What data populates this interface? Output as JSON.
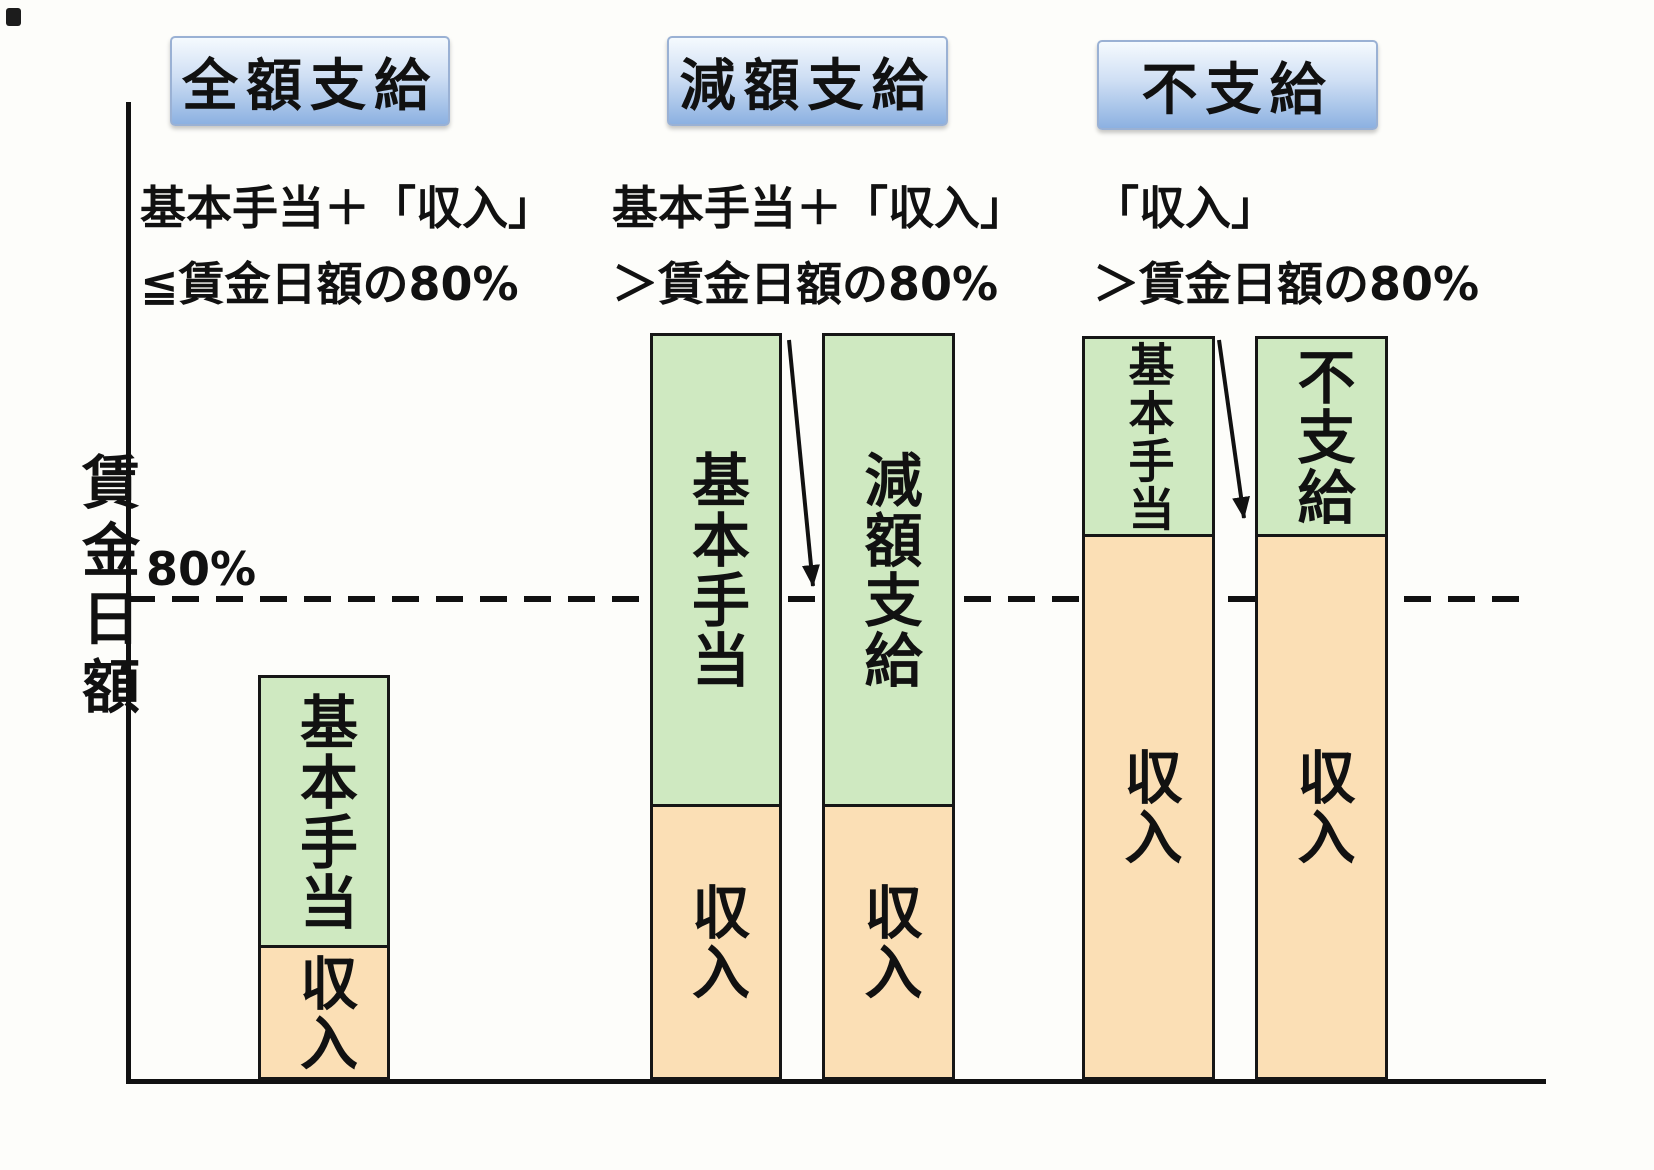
{
  "page": {
    "background": "#fdfdfa"
  },
  "colors": {
    "benefit_fill": "#cfe9c1",
    "income_fill": "#fbdfb5",
    "header_gradient_top": "#f5fafe",
    "header_gradient_bottom": "#8cb1e1",
    "axis_black": "#111111"
  },
  "chart_data": {
    "type": "bar",
    "ylabel": "賃金日額",
    "threshold": {
      "label": "80%",
      "value": 80,
      "style": "dashed"
    },
    "ylim": [
      0,
      164
    ],
    "grid": false,
    "legend": "none",
    "groups": [
      {
        "header": "全額支給",
        "condition": [
          "基本手当＋「収入」",
          "≦賃金日額の80%"
        ],
        "bars": [
          {
            "name": "income-plus-benefit",
            "segments": [
              {
                "label": "収入",
                "kind": "income",
                "value": 22.5
              },
              {
                "label": "基本手当",
                "kind": "benefit",
                "value": 45.5
              }
            ]
          }
        ]
      },
      {
        "header": "減額支給",
        "condition": [
          "基本手当＋「収入」",
          "＞賃金日額の80%"
        ],
        "arrow": "reduced-to-80-percent-line",
        "bars": [
          {
            "name": "income-plus-benefit",
            "segments": [
              {
                "label": "収入",
                "kind": "income",
                "value": 46
              },
              {
                "label": "基本手当",
                "kind": "benefit",
                "value": 79
              }
            ]
          },
          {
            "name": "reduced-payment",
            "segments": [
              {
                "label": "収入",
                "kind": "income",
                "value": 46
              },
              {
                "label": "減額支給",
                "kind": "benefit",
                "value": 79
              }
            ]
          }
        ]
      },
      {
        "header": "不支給",
        "condition": [
          "「収入」",
          "＞賃金日額の80%"
        ],
        "arrow": "down-to-income-top",
        "bars": [
          {
            "name": "income-plus-benefit",
            "segments": [
              {
                "label": "収入",
                "kind": "income",
                "value": 91
              },
              {
                "label": "基本手当",
                "kind": "benefit",
                "value": 33.5
              }
            ]
          },
          {
            "name": "no-payment",
            "segments": [
              {
                "label": "収入",
                "kind": "income",
                "value": 91
              },
              {
                "label": "不支給",
                "kind": "benefit",
                "value": 33.5
              }
            ]
          }
        ]
      }
    ]
  }
}
